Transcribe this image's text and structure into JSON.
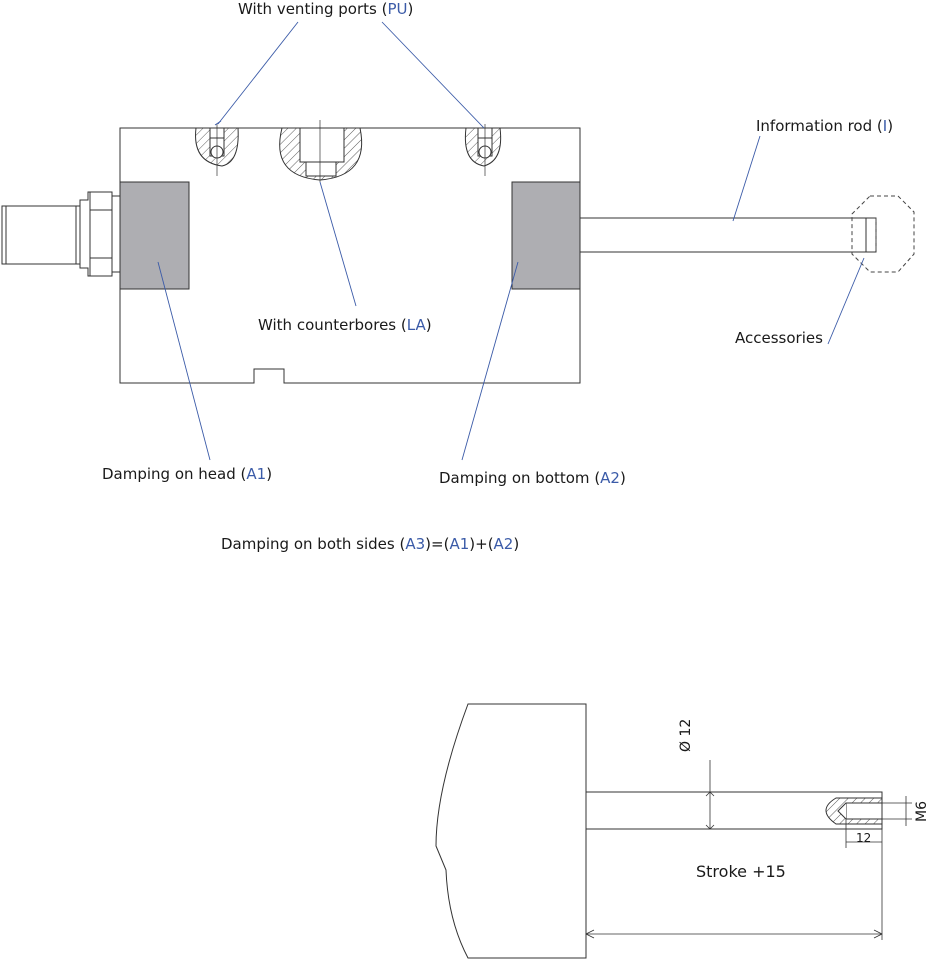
{
  "labels": {
    "venting": {
      "text": "With venting ports ",
      "code": "PU"
    },
    "info_rod": {
      "text": "Information rod ",
      "code": "I"
    },
    "counterbores": {
      "text": "With counterbores ",
      "code": "LA"
    },
    "accessories": {
      "text": "Accessories"
    },
    "damping_head": {
      "text": "Damping on head ",
      "code": "A1"
    },
    "damping_bottom": {
      "text": "Damping on bottom ",
      "code": "A2"
    },
    "damping_both": {
      "text": "Damping on both sides ",
      "code": "A3",
      "eq": "=",
      "code2": "A1",
      "plus": "+",
      "code3": "A2"
    }
  },
  "dimensions": {
    "diameter": "Ø 12",
    "thread": "M6",
    "depth": "12",
    "stroke": "Stroke +15"
  },
  "colors": {
    "line": "#333333",
    "leader": "#3b5ba8",
    "damping_fill": "#aeaeb2",
    "code_text": "#3b5ba8"
  }
}
